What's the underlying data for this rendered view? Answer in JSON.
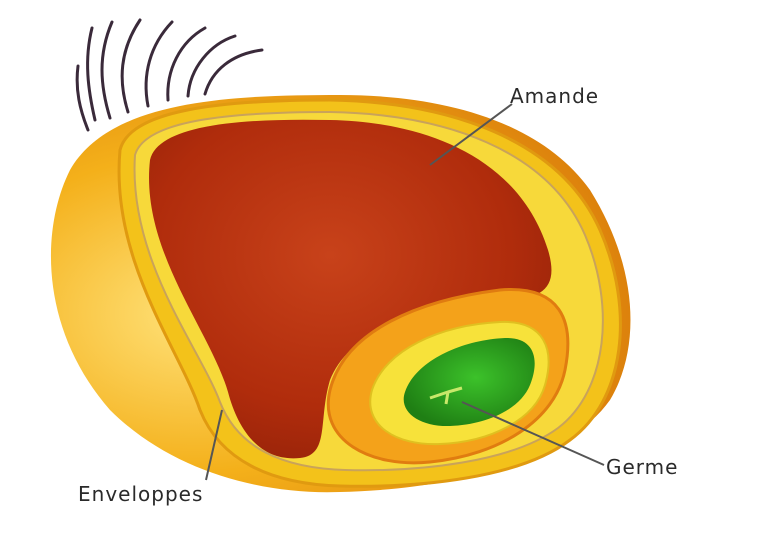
{
  "labels": {
    "amande": "Amande",
    "germe": "Germe",
    "enveloppes": "Enveloppes"
  },
  "colors": {
    "background": "#ffffff",
    "amande": "#b8300e",
    "enveloppe_outer": "#f2b21a",
    "enveloppe_inner": "#f6d21c",
    "germe": "#2fa51f",
    "hairs": "#3a2a3a",
    "leader_line": "#555555"
  }
}
